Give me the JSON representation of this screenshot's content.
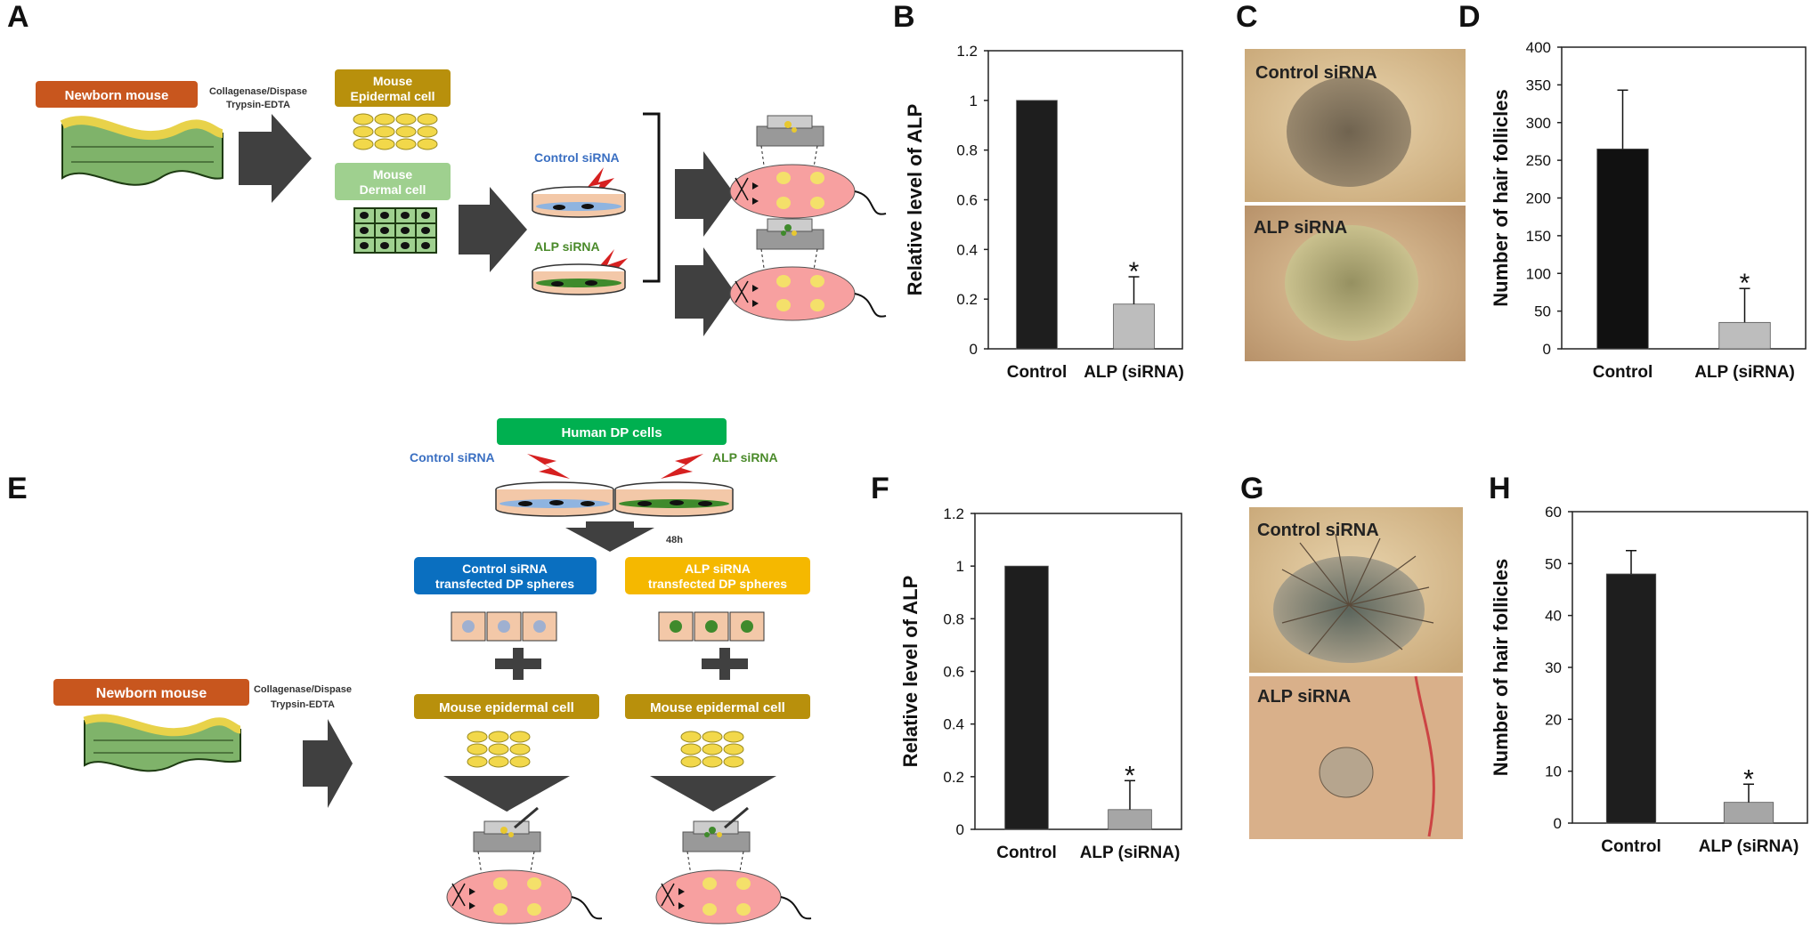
{
  "panel_labels": {
    "A": "A",
    "B": "B",
    "C": "C",
    "D": "D",
    "E": "E",
    "F": "F",
    "G": "G",
    "H": "H"
  },
  "schematic_a": {
    "newborn": "Newborn mouse",
    "enzyme_1": "Collagenase/Dispase",
    "enzyme_2": "Trypsin-EDTA",
    "epidermal_1": "Mouse",
    "epidermal_2": "Epidermal cell",
    "dermal_1": "Mouse",
    "dermal_2": "Dermal cell",
    "control_sirna": "Control siRNA",
    "alp_sirna": "ALP siRNA"
  },
  "schematic_e": {
    "human_dp": "Human DP cells",
    "control_sirna": "Control siRNA",
    "alp_sirna": "ALP siRNA",
    "time": "48h",
    "control_spheres_1": "Control siRNA",
    "control_spheres_2": "transfected DP spheres",
    "alp_spheres_1": "ALP siRNA",
    "alp_spheres_2": "transfected DP spheres",
    "newborn": "Newborn mouse",
    "enzyme_1": "Collagenase/Dispase",
    "enzyme_2": "Trypsin-EDTA",
    "epidermal_left": "Mouse epidermal cell",
    "epidermal_right": "Mouse epidermal cell"
  },
  "photos": {
    "c_top": "Control siRNA",
    "c_bottom": "ALP siRNA",
    "g_top": "Control siRNA",
    "g_bottom": "ALP siRNA"
  },
  "colors": {
    "orange_box": "#c8561e",
    "gold_box": "#b8900c",
    "green_box": "#00b050",
    "blue_box": "#0a6fc0",
    "yellow_box": "#f5b800",
    "dermal_box": "#9fd08f",
    "arrow": "#404040",
    "bar_dark": "#1e1e1e",
    "bar_light": "#bdbdbd",
    "bar_gray_f": "#a6a6a6",
    "control_text": "#3a6fc2",
    "alp_text": "#4a8a2a",
    "mouse_pink": "#f7a0a0"
  },
  "chart_data": [
    {
      "id": "B",
      "type": "bar",
      "categories": [
        "Control",
        "ALP (siRNA)"
      ],
      "values": [
        1.0,
        0.18
      ],
      "errors": [
        0.0,
        0.11
      ],
      "ylabel": "Relative level of ALP",
      "ylim": [
        0,
        1.2
      ],
      "yticks": [
        "0",
        "0.2",
        "0.4",
        "0.6",
        "0.8",
        "1",
        "1.2"
      ],
      "annotation": "*"
    },
    {
      "id": "D",
      "type": "bar",
      "categories": [
        "Control",
        "ALP (siRNA)"
      ],
      "values": [
        265,
        35
      ],
      "errors": [
        78,
        45
      ],
      "ylabel": "Number of hair follicles",
      "ylim": [
        0,
        400
      ],
      "yticks": [
        "0",
        "50",
        "100",
        "150",
        "200",
        "250",
        "300",
        "350",
        "400"
      ],
      "annotation": "*"
    },
    {
      "id": "F",
      "type": "bar",
      "categories": [
        "Control",
        "ALP (siRNA)"
      ],
      "values": [
        1.0,
        0.075
      ],
      "errors": [
        0.0,
        0.11
      ],
      "ylabel": "Relative level of ALP",
      "ylim": [
        0,
        1.2
      ],
      "yticks": [
        "0",
        "0.2",
        "0.4",
        "0.6",
        "0.8",
        "1",
        "1.2"
      ],
      "annotation": "*"
    },
    {
      "id": "H",
      "type": "bar",
      "categories": [
        "Control",
        "ALP (siRNA)"
      ],
      "values": [
        48,
        4
      ],
      "errors": [
        4.5,
        3.5
      ],
      "ylabel": "Number of hair follicles",
      "ylim": [
        0,
        60
      ],
      "yticks": [
        "0",
        "10",
        "20",
        "30",
        "40",
        "50",
        "60"
      ],
      "annotation": "*"
    }
  ]
}
